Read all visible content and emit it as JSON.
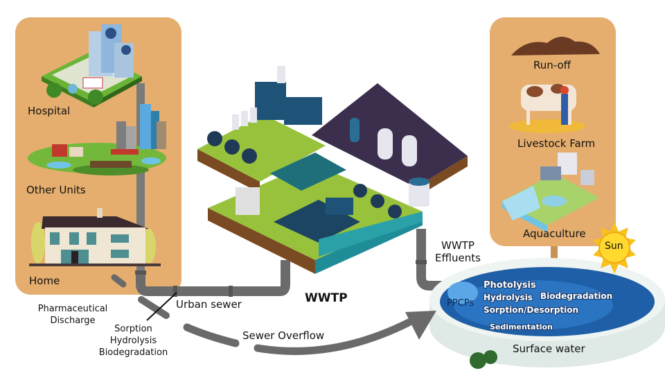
{
  "diagram": {
    "title": "Sources and fate of PPCPs in surface water",
    "sources_left": {
      "hospital": "Hospital",
      "other_units": "Other Units",
      "home": "Home"
    },
    "sources_right": {
      "runoff": "Run-off",
      "livestock": "Livestock Farm",
      "aquaculture": "Aquaculture"
    },
    "pathways": {
      "pharmaceutical_discharge": [
        "Pharmaceutical",
        "Discharge"
      ],
      "sewer_processes": [
        "Sorption",
        "Hydrolysis",
        "Biodegradation"
      ],
      "urban_sewer": "Urban sewer",
      "sewer_overflow": "Sewer Overflow",
      "wwtp": "WWTP",
      "wwtp_effluents": [
        "WWTP",
        "Effluents"
      ]
    },
    "surface_water": {
      "label": "Surface water",
      "ppcps": "PPCPs",
      "processes": [
        "Photolysis",
        "Hydrolysis",
        "Biodegradation",
        "Sorption/Desorption",
        "Sedimentation"
      ],
      "sun": "Sun"
    },
    "colors": {
      "panel": "#e5ae6e",
      "pipe": "#6b6b6b",
      "water": "#1f5fa8",
      "grass": "#8cbf3f",
      "arrow": "#6a6a6a",
      "sun": "#f7c21b"
    }
  }
}
